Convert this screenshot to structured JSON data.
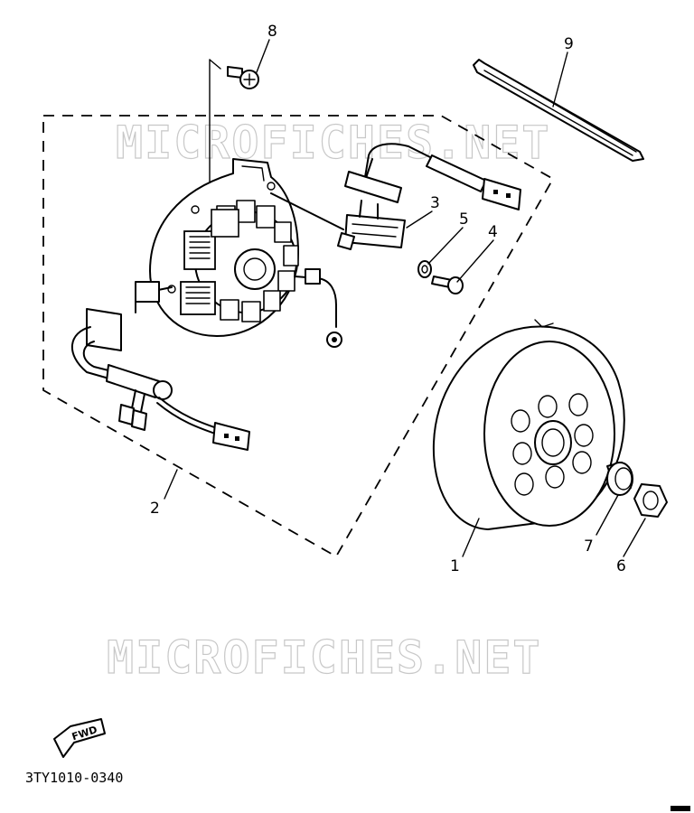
{
  "watermarks": [
    "MICROFICHES.NET",
    "MICROFICHES.NET"
  ],
  "callouts": {
    "p1": "1",
    "p2": "2",
    "p3": "3",
    "p4": "4",
    "p5": "5",
    "p6": "6",
    "p7": "7",
    "p8": "8",
    "p9": "9"
  },
  "fwd_label": "FWD",
  "diagram_code": "3TY1010-0340"
}
